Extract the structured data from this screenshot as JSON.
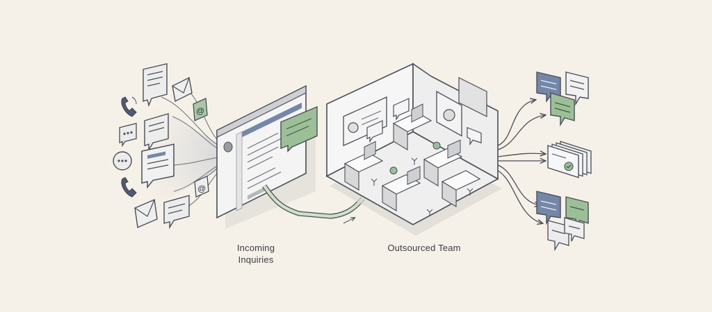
{
  "labels": {
    "incoming_line1": "Incoming",
    "incoming_line2": "Inquiries",
    "outsourced": "Outsourced Team"
  },
  "icons": [
    "phone-icon",
    "email-icon",
    "at-sign-icon",
    "chat-bubble-icon",
    "inbox-window-icon",
    "office-room-icon",
    "agent-headset-icon",
    "desk-icon",
    "arrow-icon",
    "checkmark-icon"
  ],
  "colors": {
    "background": "#f5f1e8",
    "outline": "#4a4d57",
    "accent_blue": "#7487a8",
    "accent_green": "#9cbf98",
    "panel": "#f2f2f2",
    "text": "#3b3b40"
  }
}
